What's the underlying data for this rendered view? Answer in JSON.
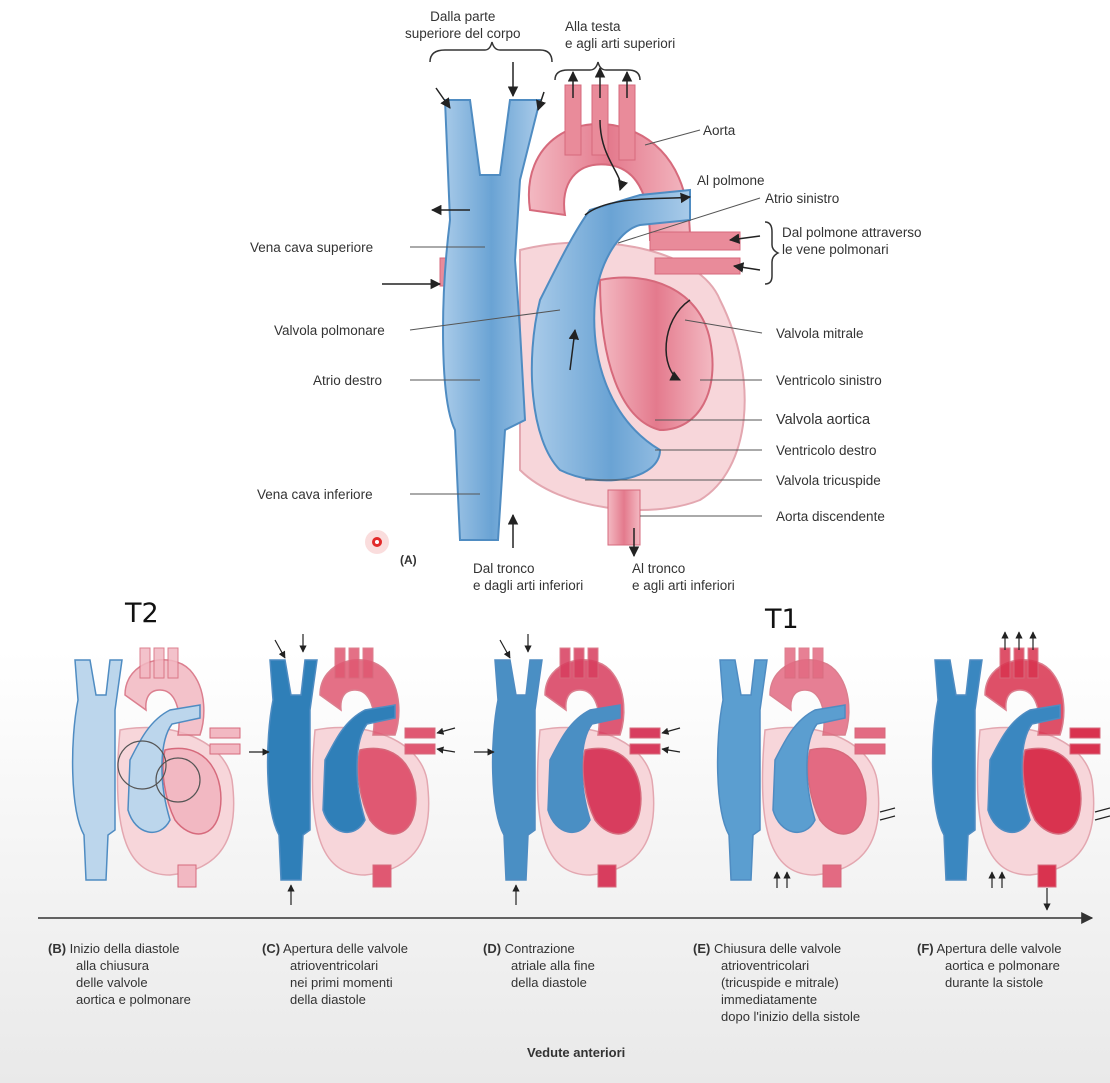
{
  "colors": {
    "venous": "#7fb0dc",
    "venous_dark": "#2f7fb8",
    "arterial": "#e98b9a",
    "arterial_dark": "#d03454",
    "tissue": "#f7d6da",
    "leader": "#555555"
  },
  "main_diagram": {
    "panel_letter": "(A)",
    "labels": {
      "upper_body": "Dalla parte\nsuperiore del corpo",
      "head_arms": "Alla testa\ne agli arti superiori",
      "aorta": "Aorta",
      "to_lung": "Al polmone",
      "left_atrium": "Atrio sinistro",
      "from_lung": "Dal polmone attraverso\nle vene polmonari",
      "svc": "Vena cava superiore",
      "pulmonary_valve": "Valvola polmonare",
      "mitral_valve": "Valvola mitrale",
      "right_atrium": "Atrio destro",
      "left_ventricle": "Ventricolo sinistro",
      "aortic_valve": "Valvola aortica",
      "right_ventricle": "Ventricolo destro",
      "tricuspid_valve": "Valvola tricuspide",
      "ivc": "Vena cava inferiore",
      "desc_aorta": "Aorta discendente",
      "from_trunk": "Dal tronco\ne dagli arti inferiori",
      "to_trunk": "Al tronco\ne agli arti inferiori"
    }
  },
  "timeline_marks": {
    "t2": "T2",
    "t1": "T1"
  },
  "phases": [
    {
      "letter": "(B)",
      "title": "Inizio della diastole",
      "body": "alla chiusura\ndelle valvole\naortica e polmonare"
    },
    {
      "letter": "(C)",
      "title": "Apertura delle valvole",
      "body": "atrioventricolari\nnei primi momenti\ndella diastole"
    },
    {
      "letter": "(D)",
      "title": "Contrazione",
      "body": "atriale alla fine\ndella diastole"
    },
    {
      "letter": "(E)",
      "title": "Chiusura delle valvole",
      "body": "atrioventricolari\n(tricuspide e mitrale)\n immediatamente\ndopo l'inizio della sistole"
    },
    {
      "letter": "(F)",
      "title": "Apertura delle valvole",
      "body": "aortica e polmonare\ndurante la sistole"
    }
  ],
  "footer": "Vedute anteriori"
}
